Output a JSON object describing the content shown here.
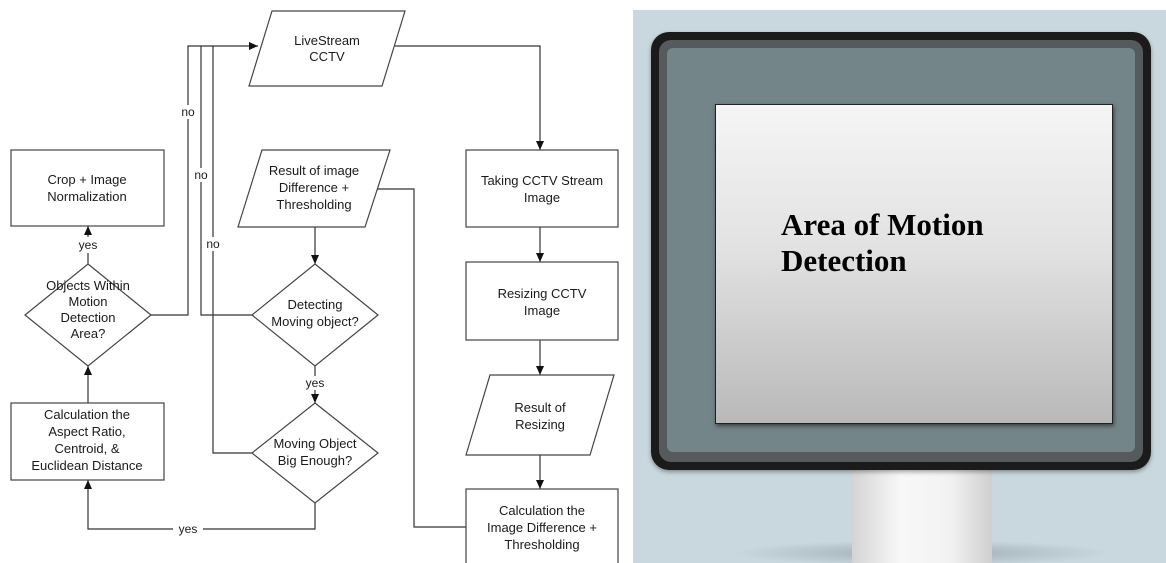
{
  "flowchart": {
    "nodes": {
      "livestream": [
        "LiveStream",
        "CCTV"
      ],
      "taking_image": [
        "Taking CCTV Stream",
        "Image"
      ],
      "resizing": [
        "Resizing CCTV",
        "Image"
      ],
      "result_resizing": [
        "Result of",
        "Resizing"
      ],
      "calc_difference": [
        "Calculation the",
        "Image Difference +",
        "Thresholding"
      ],
      "result_difference": [
        "Result of image",
        "Difference +",
        "Thresholding"
      ],
      "detecting_moving": [
        "Detecting",
        "Moving object?"
      ],
      "moving_big": [
        "Moving Object",
        "Big Enough?"
      ],
      "calc_aspect": [
        "Calculation the",
        "Aspect Ratio,",
        "Centroid, &",
        "Euclidean Distance"
      ],
      "objects_within": [
        "Objects Within",
        "Motion",
        "Detection",
        "Area?"
      ],
      "crop_normalize": [
        "Crop + Image",
        "Normalization"
      ]
    },
    "edge_labels": {
      "objects_within_no": "no",
      "detecting_moving_no": "no",
      "moving_big_no": "no",
      "objects_within_yes": "yes",
      "detecting_moving_yes": "yes",
      "moving_big_yes": "yes"
    }
  },
  "monitor": {
    "screen_label": "Area of Motion Detection",
    "colors": {
      "background": "#c9d7de",
      "bezel": "#1b1b1b",
      "screen": "#738588"
    }
  }
}
